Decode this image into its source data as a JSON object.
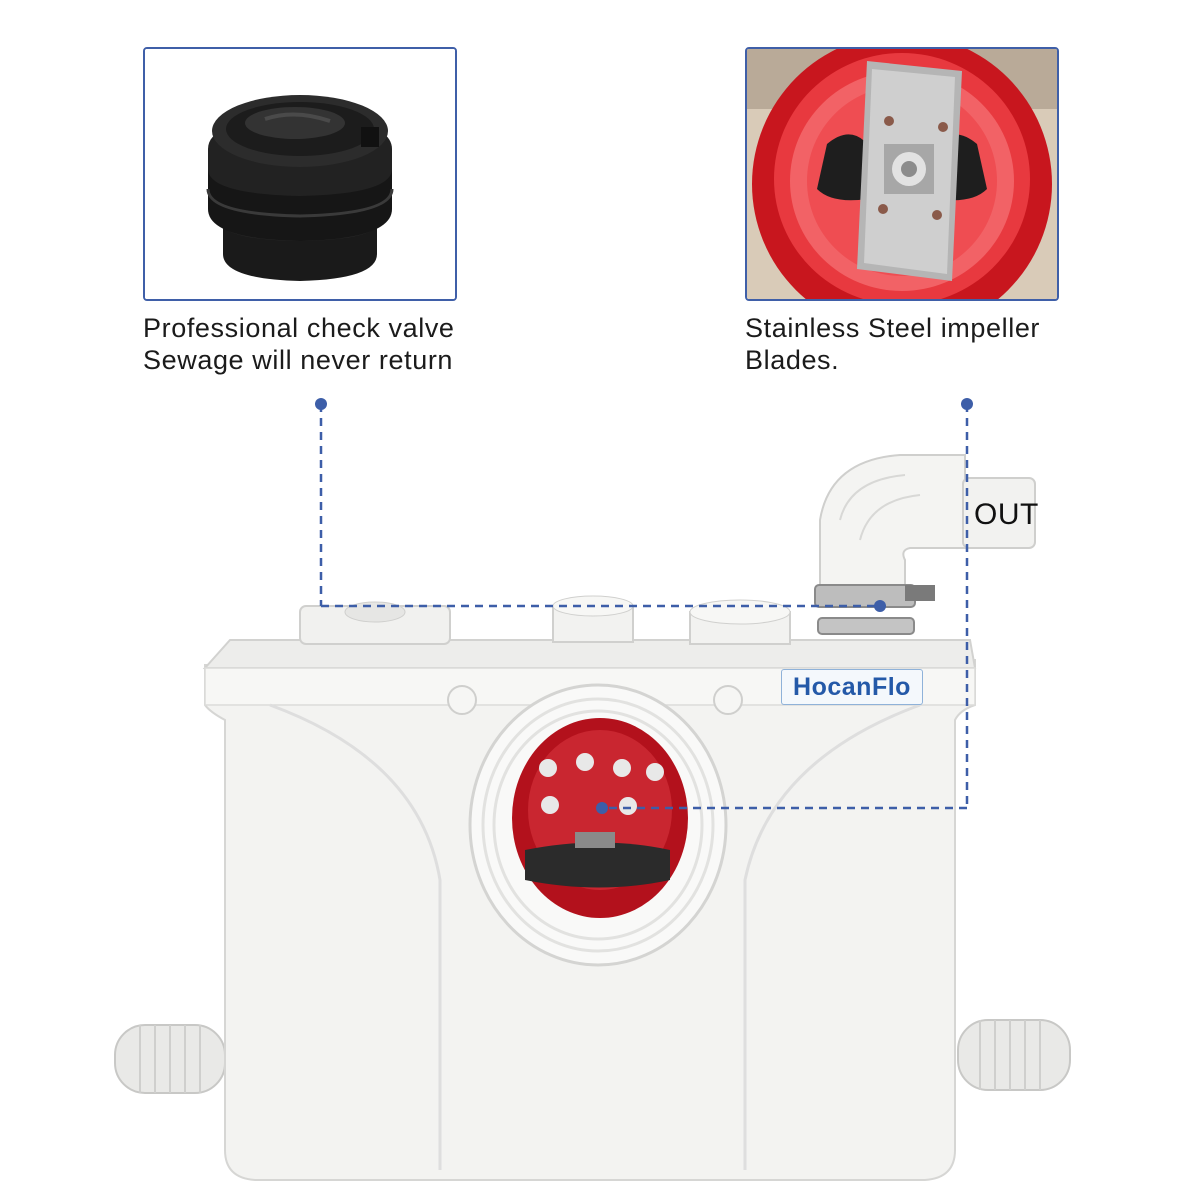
{
  "callouts": [
    {
      "id": "check-valve",
      "line1": "Professional check valve",
      "line2": "Sewage will never return"
    },
    {
      "id": "impeller",
      "line1": "Stainless Steel impeller",
      "line2": "Blades."
    }
  ],
  "outlet_label": "OUT",
  "brand_logo": "HocanFlo",
  "colors": {
    "frame_border": "#3f5fa8",
    "guide_line": "#3d5ea8",
    "pump_body": "#f3f3f1",
    "impeller_housing": "#e1262d"
  },
  "icons": [
    "check-valve-photo",
    "impeller-photo",
    "macerator-pump-illustration"
  ]
}
